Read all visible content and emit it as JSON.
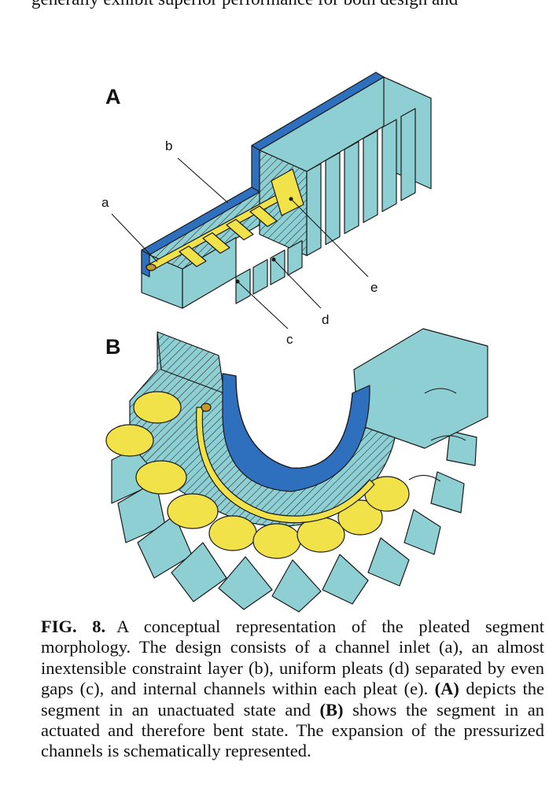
{
  "top_fragment": "generally exhibit superior performance for both design and",
  "panels": {
    "a": {
      "letter": "A"
    },
    "b": {
      "letter": "B"
    }
  },
  "callouts": {
    "a": "a",
    "b": "b",
    "c": "c",
    "d": "d",
    "e": "e"
  },
  "colors": {
    "pleat": "#8ecfd4",
    "constraint_layer": "#2e6fbe",
    "channel": "#f2e24a",
    "outline": "#1a1a1a"
  },
  "caption": {
    "number": "FIG. 8.",
    "part1": "A conceptual representation of the pleated segment morphology. The design consists of a channel inlet (a), an almost inextensible constraint layer (b), uniform pleats (d) separated by even gaps (c), and internal channels within each pleat (e).",
    "ref_a": "(A)",
    "part2": "depicts the segment in an unactuated state and",
    "ref_b": "(B)",
    "part3": "shows the segment in an actuated and therefore bent state. The expansion of the pressurized channels is schematically represented."
  }
}
